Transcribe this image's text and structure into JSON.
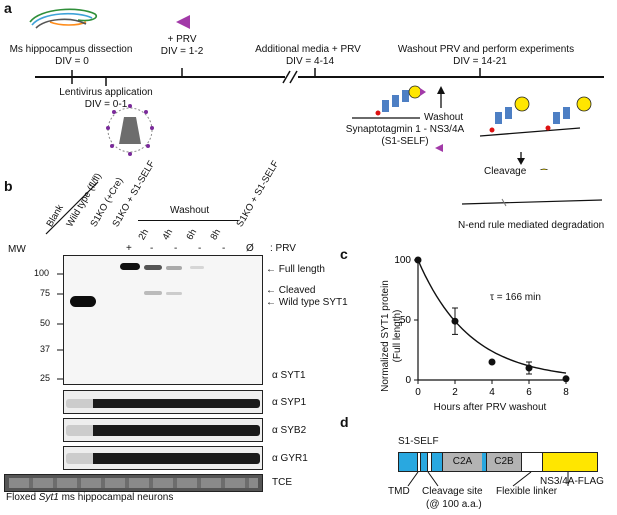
{
  "panel_a": {
    "label": "a",
    "dissection": "Ms hippocampus dissection",
    "div0": "DIV = 0",
    "prv": "+ PRV",
    "div12": "DIV = 1-2",
    "additional": "Additional media + PRV",
    "div414": "DIV = 4-14",
    "washout_exp": "Washout PRV and perform experiments",
    "div1421": "DIV = 14-21",
    "lenti": "Lentivirus application",
    "div01": "DIV = 0-1",
    "syt_ns": "Synaptotagmin 1 - NS3/4A",
    "s1self": "(S1-SELF)",
    "washout": "Washout",
    "cleavage": "Cleavage",
    "nend": "N-end rule mediated degradation"
  },
  "panel_b": {
    "label": "b",
    "lanes": [
      "Blank",
      "Wild type (fl/fl)",
      "S1KO (+Cre)",
      "S1KO + S1-SELF",
      "2h",
      "4h",
      "6h",
      "8h",
      "S1KO + S1-SELF"
    ],
    "washout_header": "Washout",
    "mw": "MW",
    "prv_label": ": PRV",
    "prv_signs": [
      "+",
      "-",
      "-",
      "-",
      "-",
      "Ø"
    ],
    "mw_markers": [
      "100",
      "75",
      "50",
      "37",
      "25"
    ],
    "band_labels": [
      "Full length",
      "Cleaved",
      "Wild type SYT1"
    ],
    "antibodies": [
      "α SYT1",
      "α SYP1",
      "α SYB2",
      "α GYR1",
      "TCE"
    ],
    "caption_pre": "Floxed ",
    "caption_gene": "Syt1",
    "caption_post": " ms hippocampal neurons"
  },
  "panel_c": {
    "label": "c",
    "tau": "τ = 166 min"
  },
  "chart_data": {
    "type": "scatter",
    "xlabel": "Hours after PRV washout",
    "ylabel": "Normalized SYT1 protein (Full length)",
    "ylabel_line1": "Normalized SYT1 protein",
    "ylabel_line2": "(Full length)",
    "x": [
      0,
      2,
      4,
      6,
      8
    ],
    "y": [
      100,
      49,
      15,
      10,
      1
    ],
    "err": [
      0,
      11,
      0,
      5,
      0
    ],
    "fit": "exponential decay",
    "xlim": [
      0,
      8
    ],
    "ylim": [
      0,
      100
    ],
    "xticks": [
      0,
      2,
      4,
      6,
      8
    ],
    "yticks": [
      0,
      50,
      100
    ]
  },
  "panel_d": {
    "label": "d",
    "title": "S1-SELF",
    "c2a": "C2A",
    "c2b": "C2B",
    "tmd": "TMD",
    "cleavage_site": "Cleavage site",
    "cleavage_pos": "(@ 100 a.a.)",
    "linker": "Flexible linker",
    "ns34a": "NS3/4A-FLAG",
    "colors": {
      "blue": "#29a8e0",
      "grey": "#b3b3b3",
      "yellow": "#ffe600"
    }
  }
}
